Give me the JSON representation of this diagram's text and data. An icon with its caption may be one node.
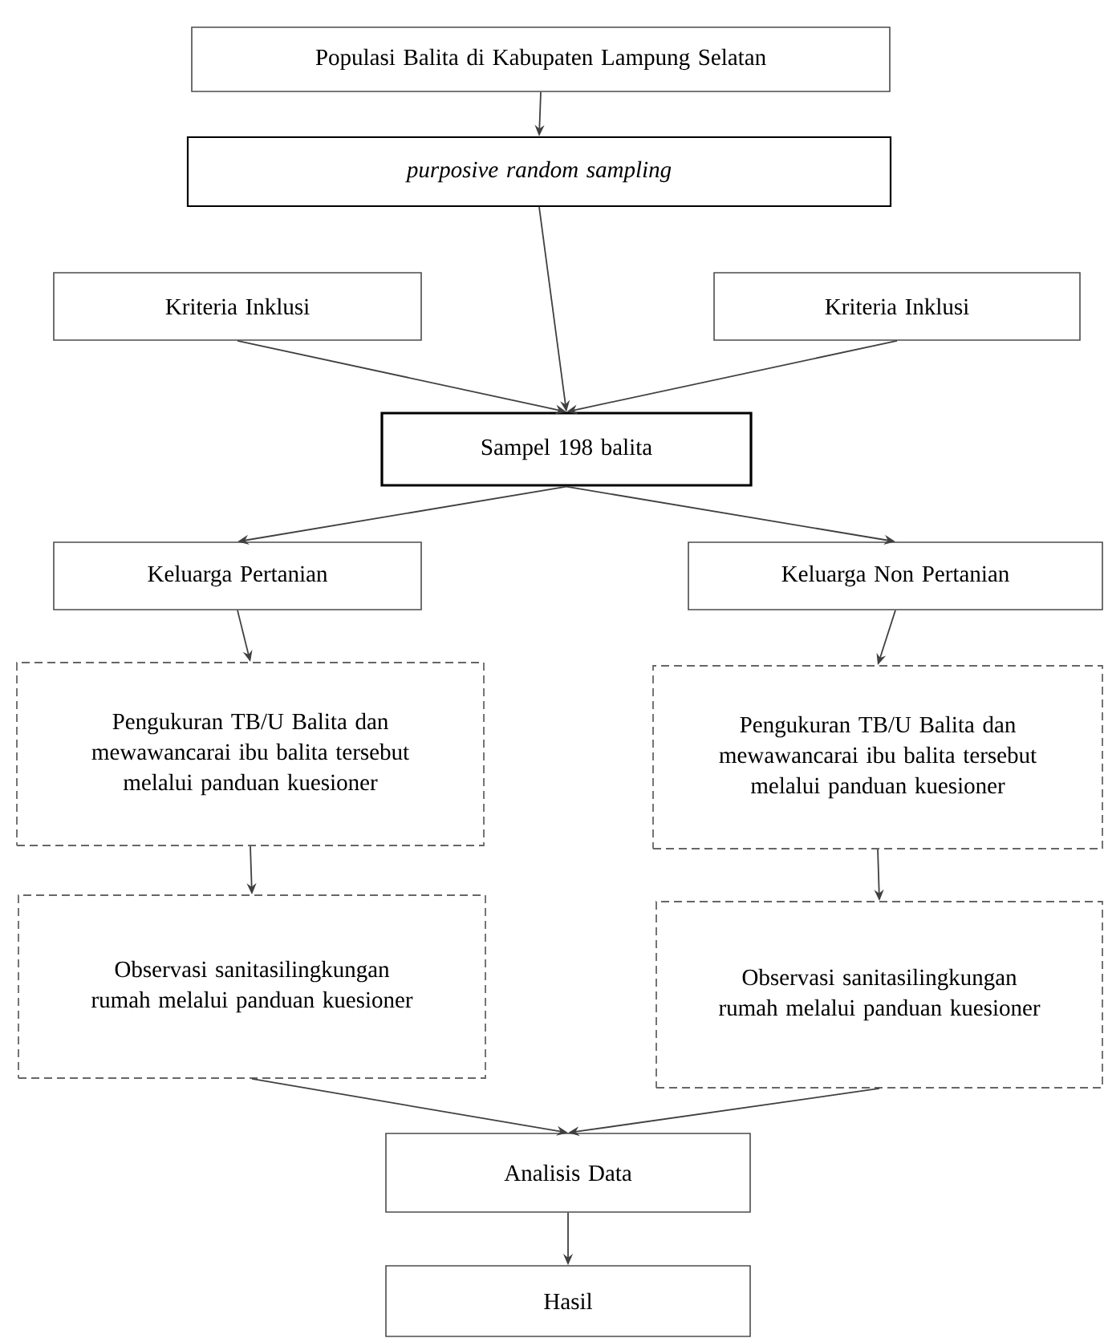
{
  "diagram": {
    "nodes": [
      {
        "text": [
          "Populasi Balita di Kabupaten Lampung Selatan"
        ]
      },
      {
        "text": [
          "purposive random sampling"
        ]
      },
      {
        "text": [
          "Kriteria Inklusi"
        ]
      },
      {
        "text": [
          "Kriteria Inklusi"
        ]
      },
      {
        "text": [
          "Sampel 198 balita"
        ]
      },
      {
        "text": [
          "Keluarga Pertanian"
        ]
      },
      {
        "text": [
          "Keluarga Non Pertanian"
        ]
      },
      {
        "text": [
          "Pengukuran TB/U Balita dan mewawancarai ibu balita tersebut melalui panduan kuesioner"
        ]
      },
      {
        "text": [
          "Pengukuran TB/U Balita dan mewawancarai ibu balita tersebut melalui panduan kuesioner"
        ]
      },
      {
        "text": [
          "Observasi sanitasilingkungan rumah melalui panduan kuesioner"
        ]
      },
      {
        "text": [
          "Observasi sanitasilingkungan rumah melalui panduan kuesioner"
        ]
      },
      {
        "text": [
          "Analisis Data"
        ]
      },
      {
        "text": [
          "Hasil"
        ]
      }
    ],
    "edges": [
      {
        "from": 0,
        "to": 1,
        "arrow": "to"
      },
      {
        "from": 1,
        "to": 4,
        "arrow": "to"
      },
      {
        "from": 2,
        "to": 4,
        "arrow": "to"
      },
      {
        "from": 3,
        "to": 4,
        "arrow": "to"
      },
      {
        "from": 4,
        "to": 5,
        "arrow": "to"
      },
      {
        "from": 4,
        "to": 6,
        "arrow": "to"
      },
      {
        "from": 5,
        "to": 7,
        "arrow": "to"
      },
      {
        "from": 6,
        "to": 8,
        "arrow": "to"
      },
      {
        "from": 7,
        "to": 9,
        "arrow": "to"
      },
      {
        "from": 8,
        "to": 10,
        "arrow": "to"
      },
      {
        "from": 9,
        "to": 11,
        "arrow": "to"
      },
      {
        "from": 10,
        "to": 11,
        "arrow": "to"
      },
      {
        "from": 11,
        "to": 12,
        "arrow": "to"
      }
    ]
  }
}
